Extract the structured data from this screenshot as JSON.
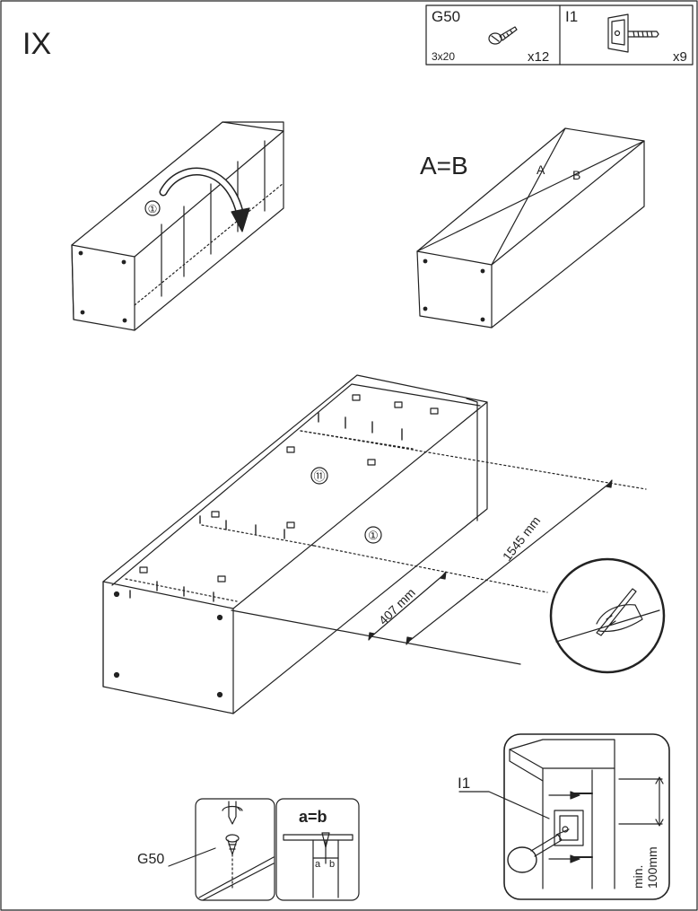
{
  "step": "IX",
  "parts": [
    {
      "code": "G50",
      "size": "3x20",
      "qty": "x12"
    },
    {
      "code": "I1",
      "size": "",
      "qty": "x9"
    }
  ],
  "equal": {
    "label": "A=B",
    "a": "A",
    "b": "B"
  },
  "circled": {
    "one": "①",
    "eleven": "⑪"
  },
  "dimensions": {
    "long": "1545 mm",
    "short": "407 mm"
  },
  "callouts": {
    "screw": "G50",
    "bracket": "I1",
    "ab": "a=b",
    "a": "a",
    "b": "b"
  },
  "min_label": {
    "line1": "min.",
    "line2": "100mm"
  }
}
